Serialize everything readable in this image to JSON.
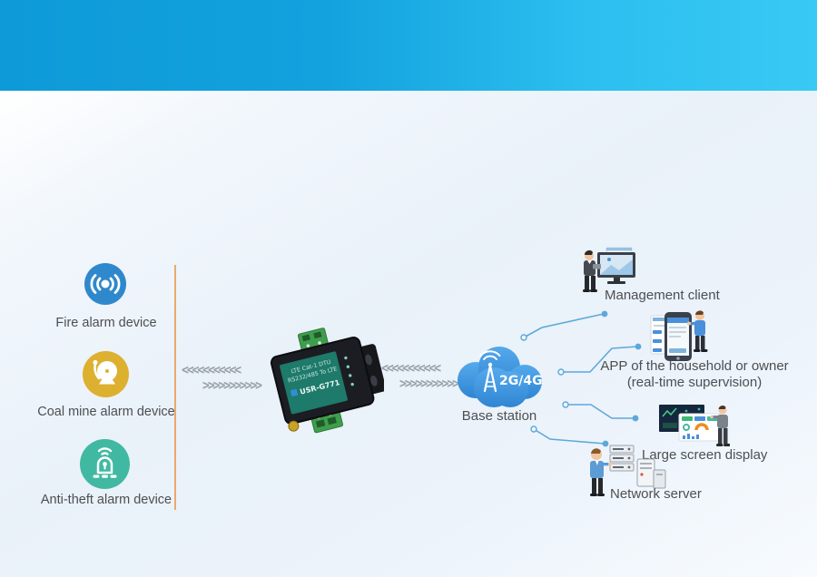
{
  "header": {
    "gradient_left": "#0e9ad8",
    "gradient_right": "#39c9f4"
  },
  "left_devices": [
    {
      "label": "Fire alarm device",
      "icon": "siren-wave-icon",
      "color": "#2f88cc"
    },
    {
      "label": "Coal mine alarm device",
      "icon": "alarm-bell-icon",
      "color": "#ddb02f"
    },
    {
      "label": "Anti-theft alarm device",
      "icon": "siren-lock-icon",
      "color": "#41b9a2"
    }
  ],
  "arrows": {
    "left_row": "<<<<<<<<<<<",
    "right_row": ">>>>>>>>>>>"
  },
  "gateway_device": {
    "line1": "LTE Cat-1 DTU",
    "line2": "RS232/485 To LTE",
    "model": "USR-G771"
  },
  "cloud": {
    "network": "2G/4G",
    "label": "Base station",
    "icon": "antenna-tower-icon",
    "color": "#3f97e0"
  },
  "right_nodes": [
    {
      "label": "Management client",
      "icon": "operator-monitor-illustration"
    },
    {
      "label": "APP of the household or owner",
      "sublabel": "(real-time supervision)",
      "icon": "phone-app-illustration"
    },
    {
      "label": "Large screen display",
      "icon": "dashboard-screen-illustration"
    },
    {
      "label": "Network server",
      "icon": "server-rack-illustration"
    }
  ],
  "colors": {
    "divider_orange": "#eaa96b",
    "chevron_gray": "#98a1a9",
    "connector_blue": "#5ea8da",
    "label_text": "#4d4f52"
  }
}
